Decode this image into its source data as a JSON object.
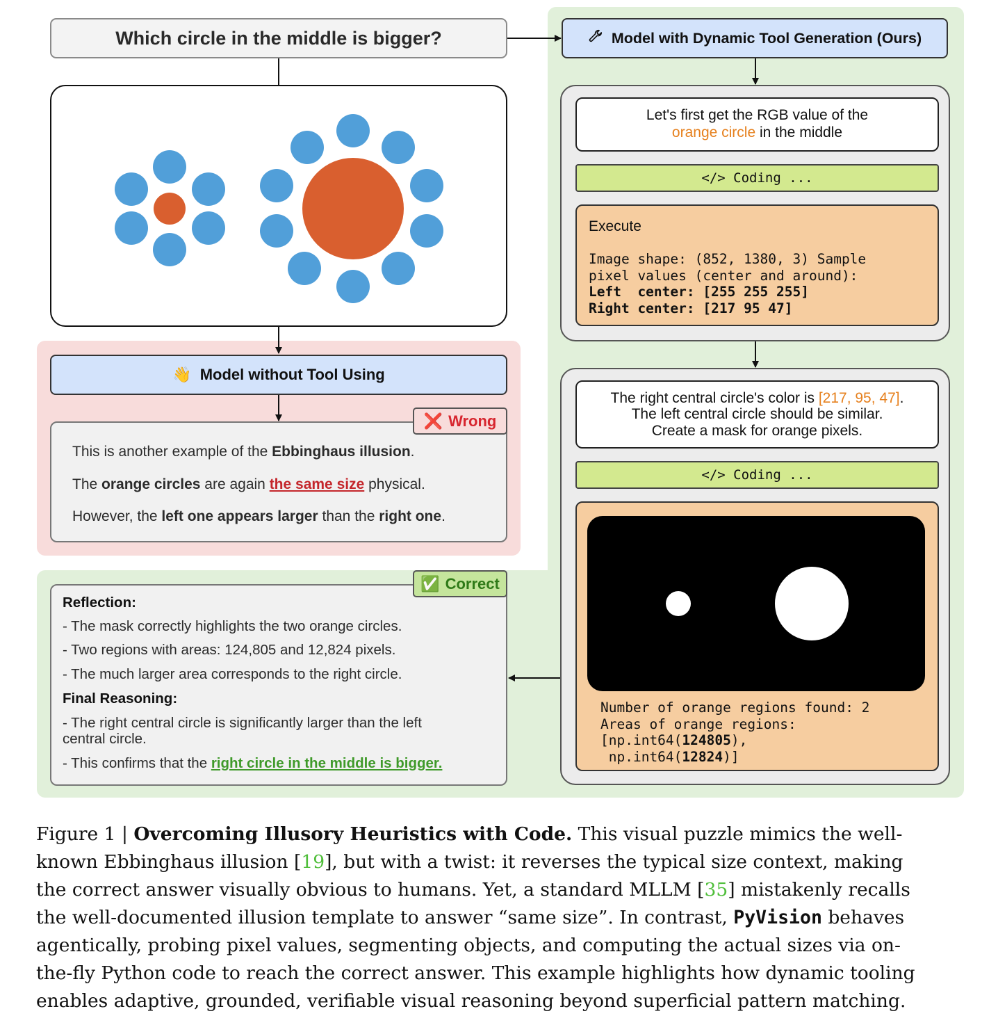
{
  "question": "Which circle in the middle is bigger?",
  "dynamic_model": {
    "header": "Model with Dynamic Tool Generation (Ours)",
    "header_icon": "wrench-icon",
    "step1": {
      "text_line1": "Let's first get the RGB value of the",
      "text_highlight": "orange circle",
      "text_rest": " in the middle",
      "coding_label": "</> Coding ...",
      "execute_label": "Execute",
      "output_line1": "Image shape: (852, 1380, 3) Sample",
      "output_line2": "pixel values (center and around):",
      "output_line3_label": "Left  center: ",
      "output_line3_value": "[255 255 255]",
      "output_line4_label": "Right center: ",
      "output_line4_value": "[217 95 47]"
    },
    "step2": {
      "text_line1_pre": "The right central circle's color is ",
      "text_line1_highlight": "[217, 95, 47]",
      "text_line1_post": ".",
      "text_line2": "The left central circle should be similar.",
      "text_line3": "Create a mask for orange pixels.",
      "coding_label": "</> Coding ...",
      "output_line1": "Number of orange regions found: 2",
      "output_line2": "Areas of orange regions:",
      "output_line3_pre": "[np.int64(",
      "output_line3_value": "124805",
      "output_line3_post": "),",
      "output_line4_pre": " np.int64(",
      "output_line4_value": "12824",
      "output_line4_post": ")]"
    }
  },
  "no_tool_model": {
    "header": "Model without Tool Using",
    "header_icon": "waving-hand-icon",
    "badge": "Wrong",
    "badge_icon": "cross-mark-icon",
    "line1_pre": "This is another example of the ",
    "line1_bold": "Ebbinghaus illusion",
    "line1_post": ".",
    "line2_pre": "The ",
    "line2_bold": "orange circles",
    "line2_mid": " are again ",
    "line2_highlight": "the same size",
    "line2_post": " physical.",
    "line3_pre": "However, the ",
    "line3_bold1": "left one appears larger",
    "line3_mid": " than the ",
    "line3_bold2": "right one",
    "line3_post": "."
  },
  "correct_panel": {
    "badge": "Correct",
    "badge_icon": "check-mark-icon",
    "reflection_heading": "Reflection:",
    "reflection_items": [
      "- The mask correctly highlights the two orange circles.",
      "- Two regions  with areas: 124,805 and 12,824 pixels.",
      "- The much larger area corresponds to the right circle."
    ],
    "final_heading": "Final Reasoning:",
    "final_item1_line1": "- The right central circle is significantly larger than the left",
    "final_item1_line2": "central circle.",
    "final_item2_pre": "- This confirms that the ",
    "final_item2_highlight": "right circle in the middle is bigger."
  },
  "caption": {
    "figure_label": "Figure 1 | ",
    "title": "Overcoming Illusory Heuristics with Code.",
    "l1_rest": " This visual puzzle mimics the well-",
    "l2_pre": "known Ebbinghaus illusion [",
    "cite1": "19",
    "l2_post": "], but with a twist: it reverses the typical size context, making",
    "l3_pre": "the correct answer visually obvious to humans. Yet, a standard MLLM [",
    "cite2": "35",
    "l3_post": "] mistakenly recalls",
    "l4_pre": "the well-documented illusion template to answer “same size”. In contrast, ",
    "l4_mono": "PyVision",
    "l4_post": " behaves",
    "l5": "agentically, probing pixel values, segmenting objects, and computing the actual sizes via on-",
    "l6": "the-fly Python code to reach the correct answer. This example highlights how dynamic tooling",
    "l7": "enables adaptive, grounded, verifiable visual reasoning beyond superficial pattern matching."
  },
  "colors": {
    "blue_circle": "#519fd9",
    "orange_circle": "#d95f2f",
    "green_bg": "#e1f0da",
    "pink_bg": "#f8dcdb",
    "header_blue": "#d3e3fb",
    "coding_green": "#d3e98f",
    "orange_panel": "#f6cda0",
    "wrong_red": "#d7262f",
    "correct_green": "#3f9a2a",
    "highlight_orange": "#e6801d",
    "cite_green": "#4fbe3a"
  }
}
